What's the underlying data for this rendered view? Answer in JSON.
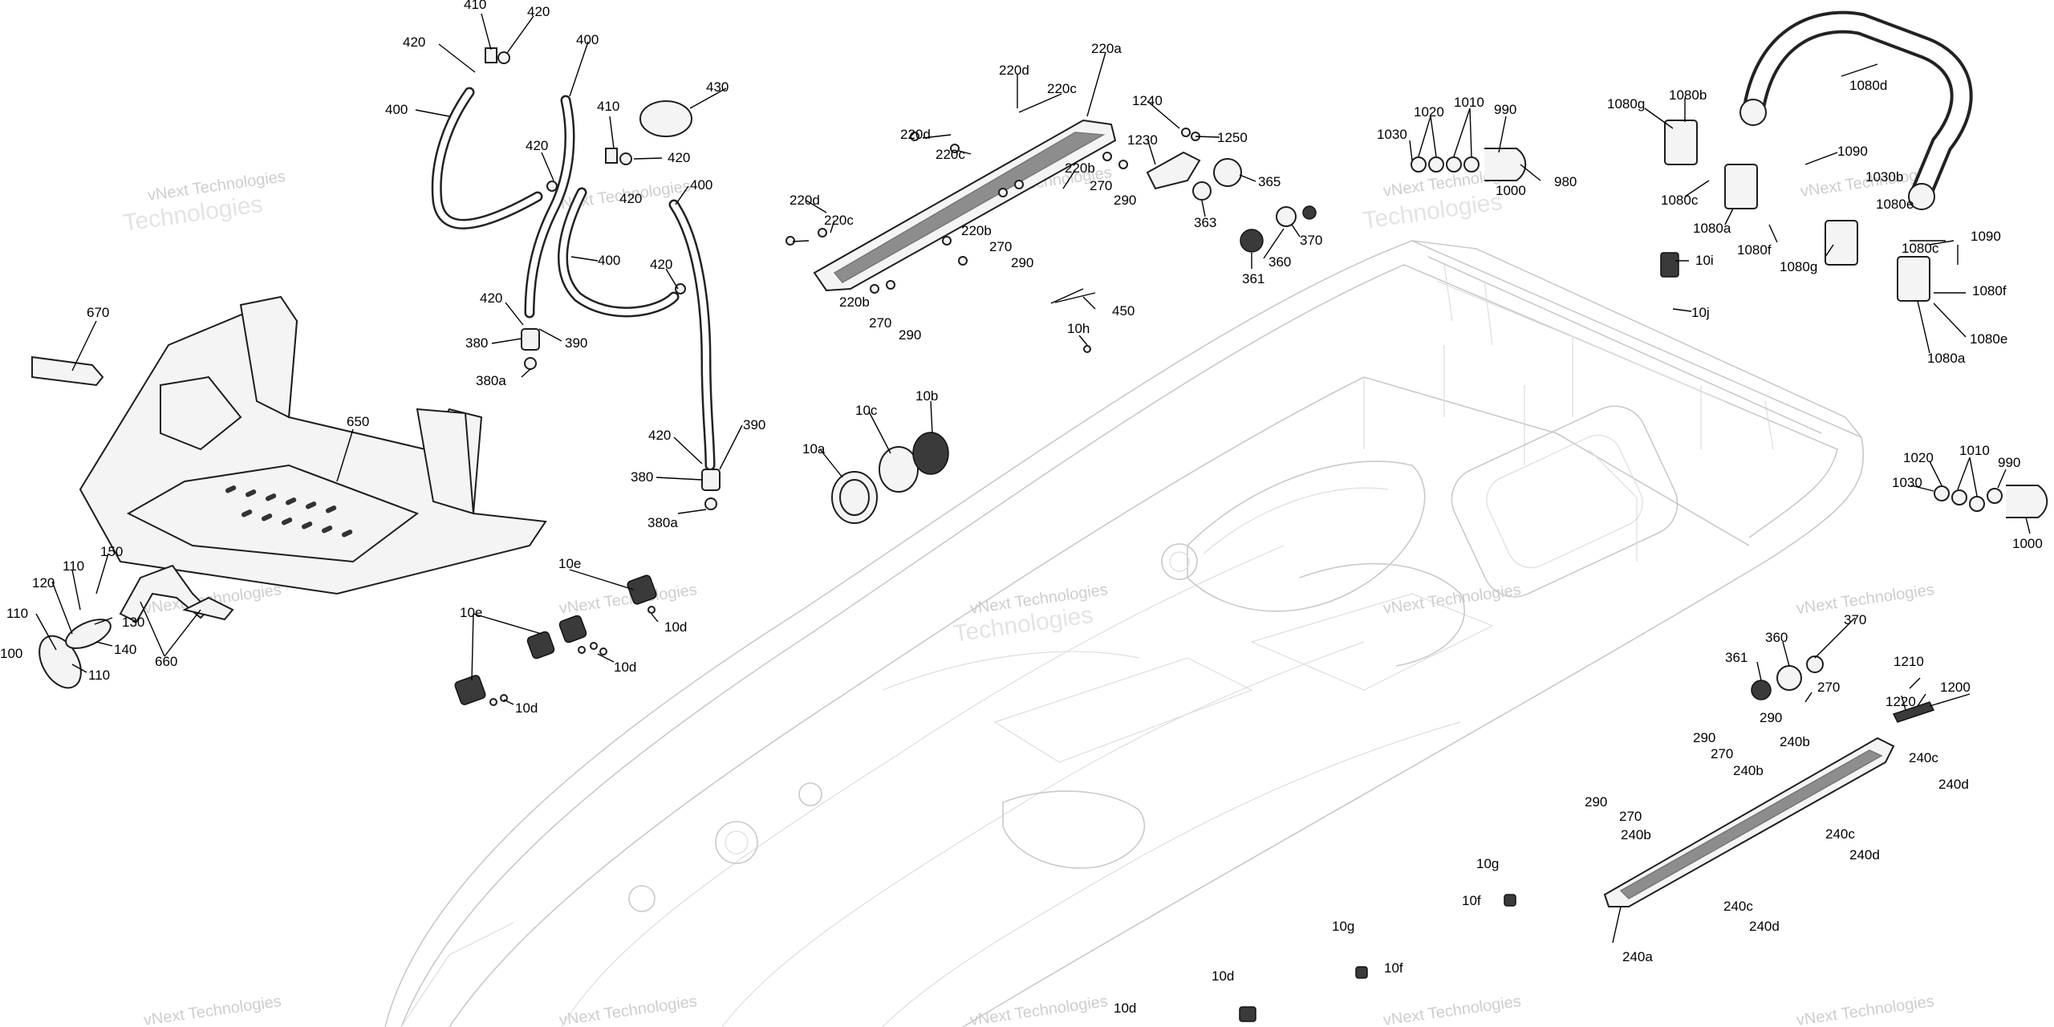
{
  "watermark": {
    "text_main": "vNext Technologies",
    "text_alt": "Technologies",
    "text_small": "vNext"
  },
  "labels": {
    "l410a": "410",
    "l420a": "420",
    "l420b": "420",
    "l400a": "400",
    "l400b": "400",
    "l420c": "420",
    "l410b": "410",
    "l430": "430",
    "l420d": "420",
    "l420e": "420",
    "l400c": "400",
    "l400d": "400",
    "l420f": "420",
    "l420g": "420",
    "l380a": "380",
    "l390a": "390",
    "l380aa": "380a",
    "l420h": "420",
    "l390b": "390",
    "l380b": "380",
    "l380ab": "380a",
    "l670": "670",
    "l650": "650",
    "l150": "150",
    "l110a": "110",
    "l120": "120",
    "l130": "130",
    "l140": "140",
    "l110b": "110",
    "l110c": "110",
    "l100": "100",
    "l660": "660",
    "l10e_a": "10e",
    "l10e_b": "10e",
    "l10d_a": "10d",
    "l10d_b": "10d",
    "l10d_c": "10d",
    "l220d_a": "220d",
    "l220a": "220a",
    "l220c_a": "220c",
    "l220d_b": "220d",
    "l220c_b": "220c",
    "l220b_a": "220b",
    "l270_a": "270",
    "l290_a": "290",
    "l220d_c": "220d",
    "l220c_c": "220c",
    "l220b_b": "220b",
    "l270_b": "270",
    "l290_b": "290",
    "l220b_c": "220b",
    "l270_c": "270",
    "l290_c": "290",
    "l1240": "1240",
    "l1230": "1230",
    "l1250": "1250",
    "l365": "365",
    "l363": "363",
    "l370_a": "370",
    "l361_a": "361",
    "l360_a": "360",
    "l450": "450",
    "l10h": "10h",
    "l10a": "10a",
    "l10c": "10c",
    "l10b": "10b",
    "l1020_a": "1020",
    "l1010_a": "1010",
    "l990_a": "990",
    "l1030_a": "1030",
    "l1000_a": "1000",
    "l980": "980",
    "l1080g_a": "1080g",
    "l1080b_a": "1080b",
    "l1080d": "1080d",
    "l1090_a": "1090",
    "l1030b": "1030b",
    "l1080c_a": "1080c",
    "l1080a_a": "1080a",
    "l1080f_a": "1080f",
    "l1080g_b": "1080g",
    "l1080e_a": "1080e",
    "l1080c_b": "1080c",
    "l1090_b": "1090",
    "l10i": "10i",
    "l10j": "10j",
    "l1080f_b": "1080f",
    "l1080a_b": "1080a",
    "l1080e_b": "1080e",
    "l1020_b": "1020",
    "l1010_b": "1010",
    "l990_b": "990",
    "l1030_b": "1030",
    "l1000_b": "1000",
    "l370_b": "370",
    "l360_b": "360",
    "l361_b": "361",
    "l270_d": "270",
    "l1210": "1210",
    "l1200": "1200",
    "l1220": "1220",
    "l290_d": "290",
    "l290_e": "290",
    "l270_e": "270",
    "l240b_a": "240b",
    "l240b_b": "240b",
    "l240c_a": "240c",
    "l240d_a": "240d",
    "l290_f": "290",
    "l270_f": "270",
    "l240b_c": "240b",
    "l240c_b": "240c",
    "l240d_b": "240d",
    "l240c_c": "240c",
    "l240d_c": "240d",
    "l240a": "240a",
    "l10g_a": "10g",
    "l10f_a": "10f",
    "l10g_b": "10g",
    "l10f_b": "10f",
    "l10d_d": "10d",
    "l10d_e": "10d"
  }
}
